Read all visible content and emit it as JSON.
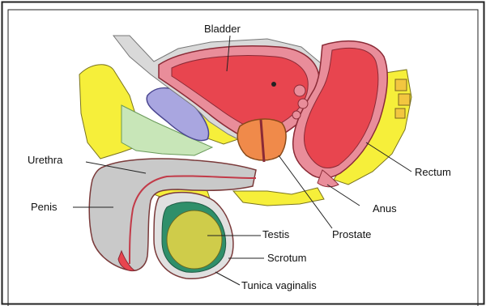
{
  "labels": {
    "bladder": "Bladder",
    "urethra": "Urethra",
    "penis": "Penis",
    "testis": "Testis",
    "scrotum": "Scrotum",
    "tunica_vaginalis": "Tunica vaginalis",
    "prostate": "Prostate",
    "anus": "Anus",
    "rectum": "Rectum"
  },
  "colors": {
    "organ_red": "#e8454f",
    "organ_pink": "#e98d9a",
    "fat_yellow": "#f6ef3a",
    "skin_gray": "#c9c9c9",
    "prostate_orange": "#f08a4a",
    "testis_olive": "#cfcc4a",
    "tunica_green": "#2f8f6a",
    "pubic_bone": "#a9a6e0",
    "connective_green": "#c8e6b8"
  }
}
